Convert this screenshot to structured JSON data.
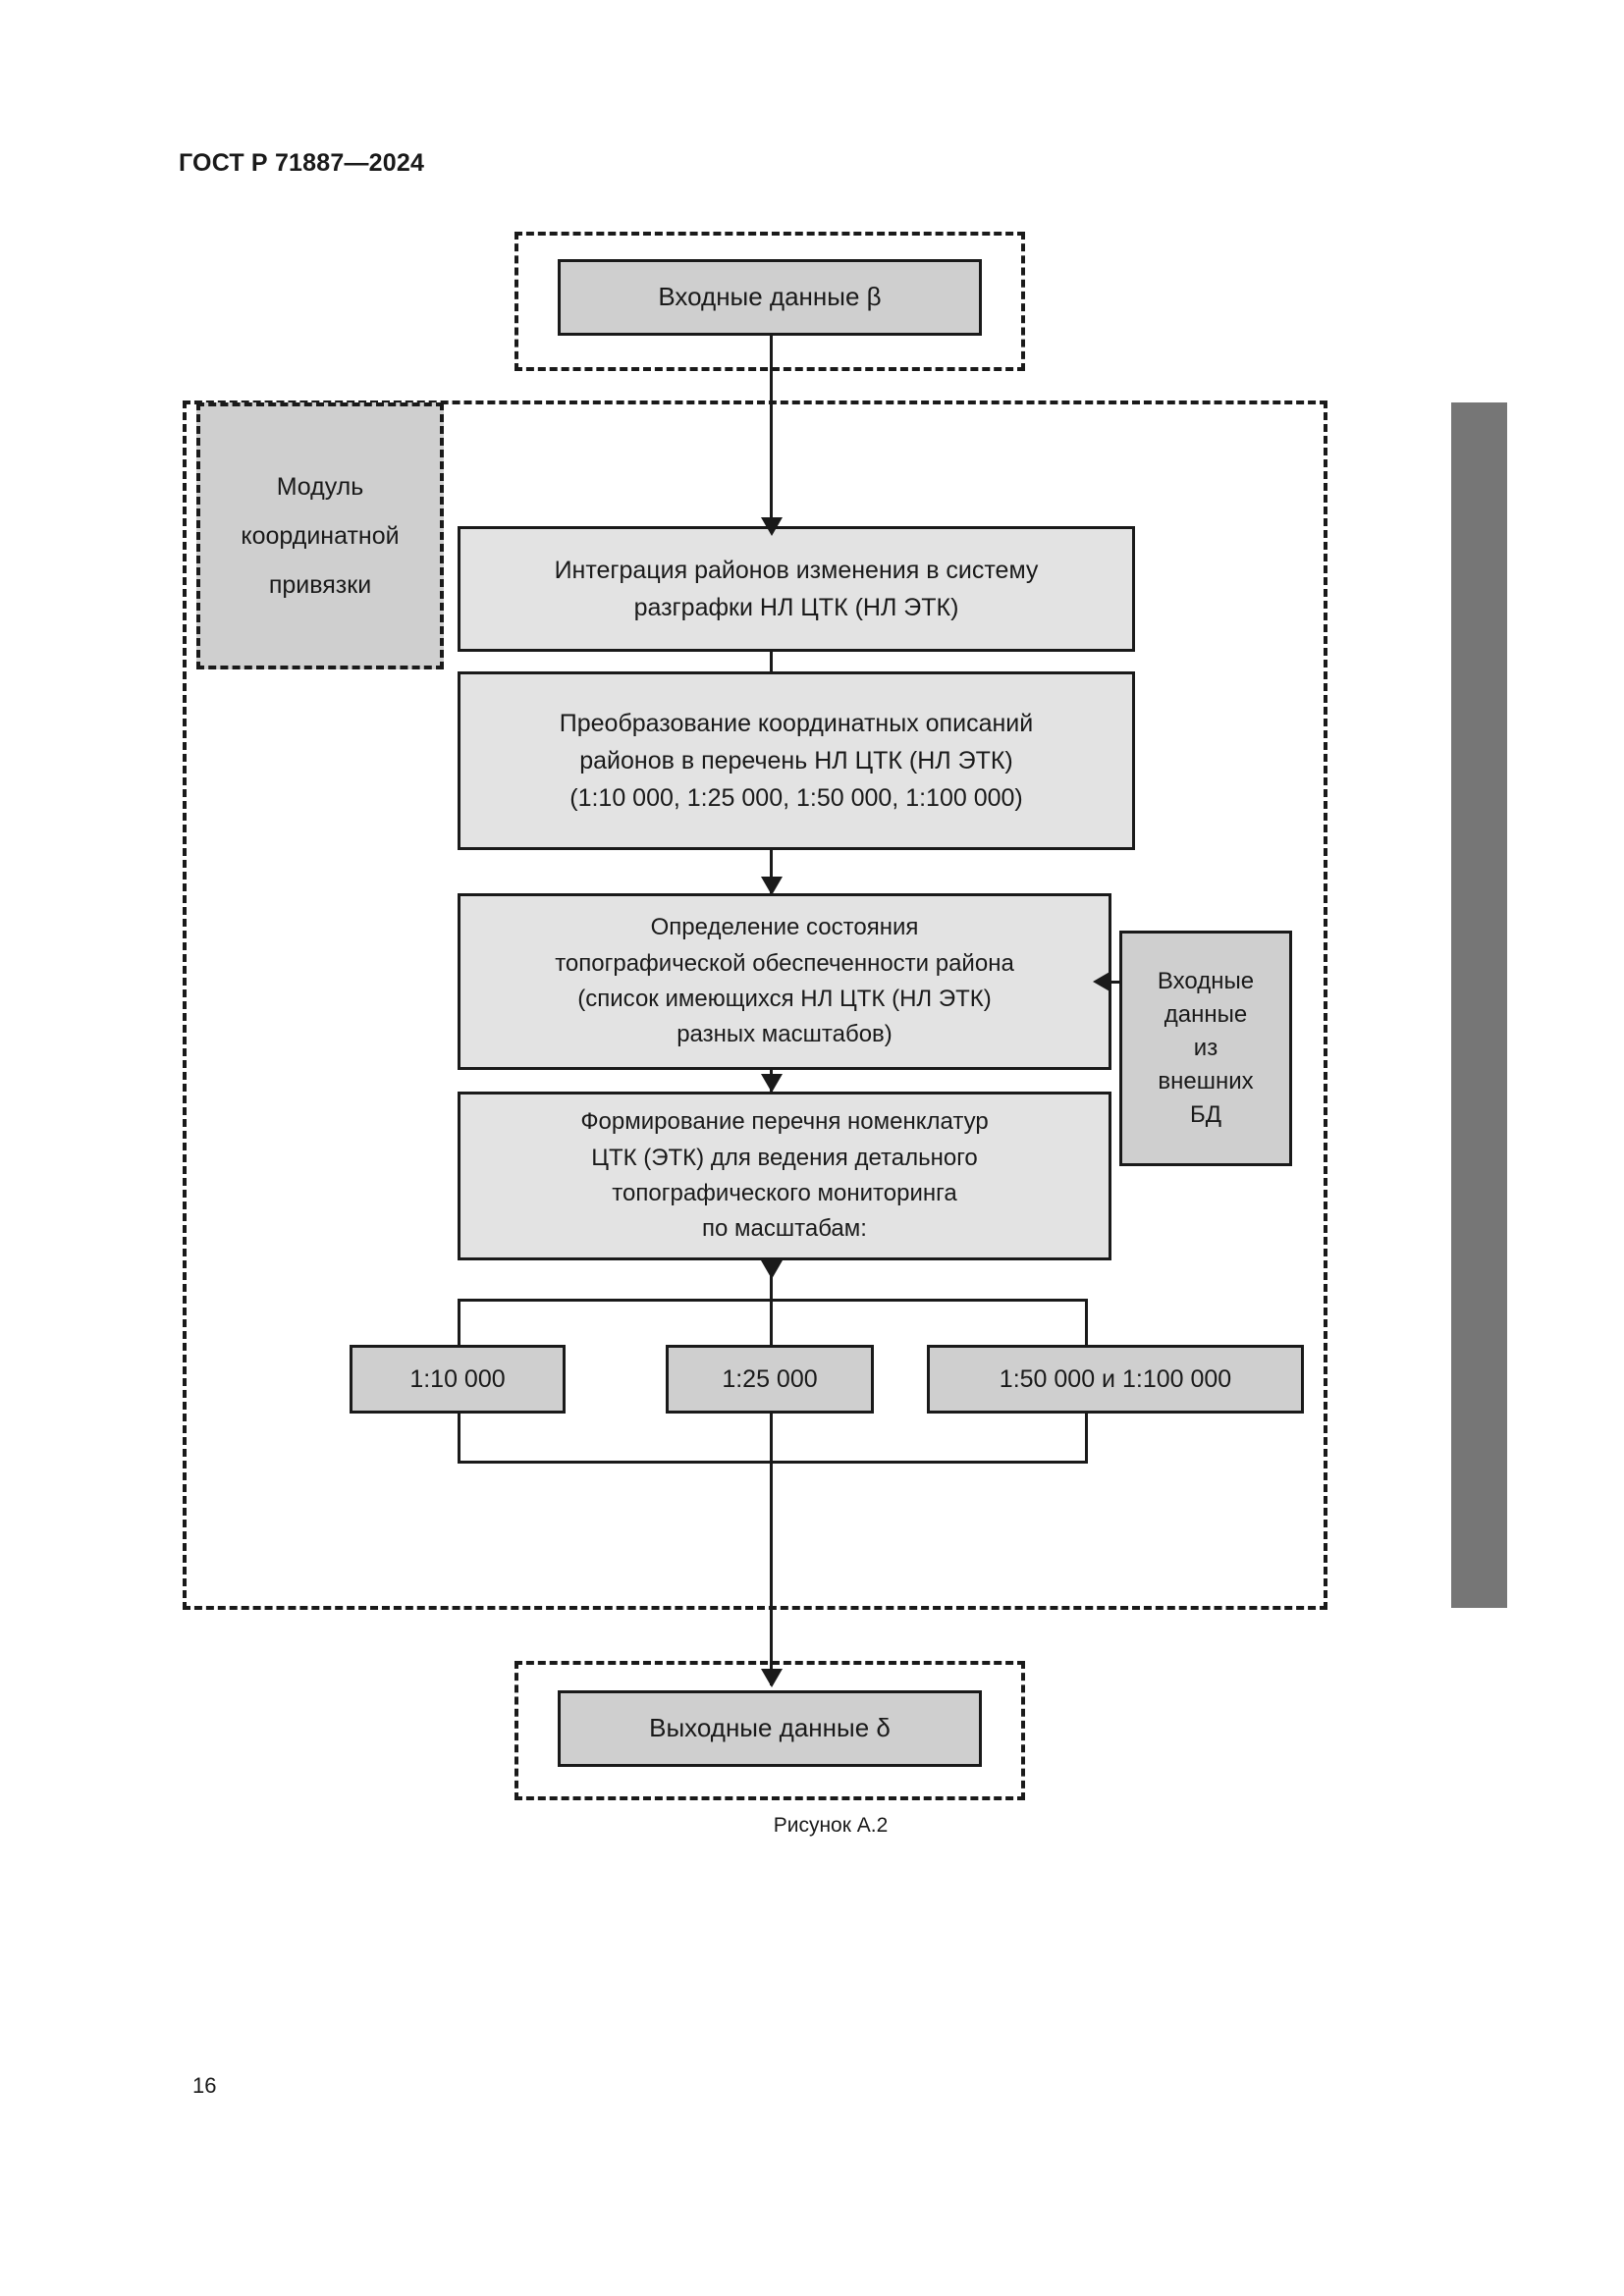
{
  "document": {
    "standard_header": "ГОСТ Р 71887—2024",
    "page_number": "16",
    "figure_caption": "Рисунок А.2"
  },
  "diagram": {
    "input_node": {
      "label": "Входные данные β"
    },
    "module_label": {
      "line1": "Модуль",
      "line2": "координатной",
      "line3": "привязки"
    },
    "process_steps": [
      {
        "id": "integration",
        "line1": "Интеграция районов изменения в систему",
        "line2": "разграфки НЛ ЦТК (НЛ ЭТК)"
      },
      {
        "id": "conversion",
        "line1": "Преобразование координатных описаний",
        "line2": "районов в перечень НЛ ЦТК (НЛ ЭТК)",
        "line3": "(1:10 000, 1:25 000, 1:50 000, 1:100 000)"
      },
      {
        "id": "state-determination",
        "line1": "Определение состояния",
        "line2": "топографической обеспеченности района",
        "line3": "(список имеющихся НЛ ЦТК (НЛ ЭТК)",
        "line4": "разных масштабов)"
      },
      {
        "id": "nomenclature-forming",
        "line1": "Формирование перечня номенклатур",
        "line2": "ЦТК (ЭТК) для ведения детального",
        "line3": "топографического мониторинга",
        "line4": "по масштабам:"
      }
    ],
    "external_db_node": {
      "line1": "Входные",
      "line2": "данные",
      "line3": "из",
      "line4": "внешних",
      "line5": "БД"
    },
    "scale_nodes": [
      {
        "label": "1:10 000"
      },
      {
        "label": "1:25 000"
      },
      {
        "label": "1:50 000 и 1:100 000"
      }
    ],
    "output_node": {
      "label": "Выходные данные δ"
    }
  },
  "colors": {
    "node_fill_light": "#e3e3e3",
    "node_fill_mid": "#cfcfcf",
    "stroke": "#1a1a1a",
    "side_bar": "#767676"
  }
}
